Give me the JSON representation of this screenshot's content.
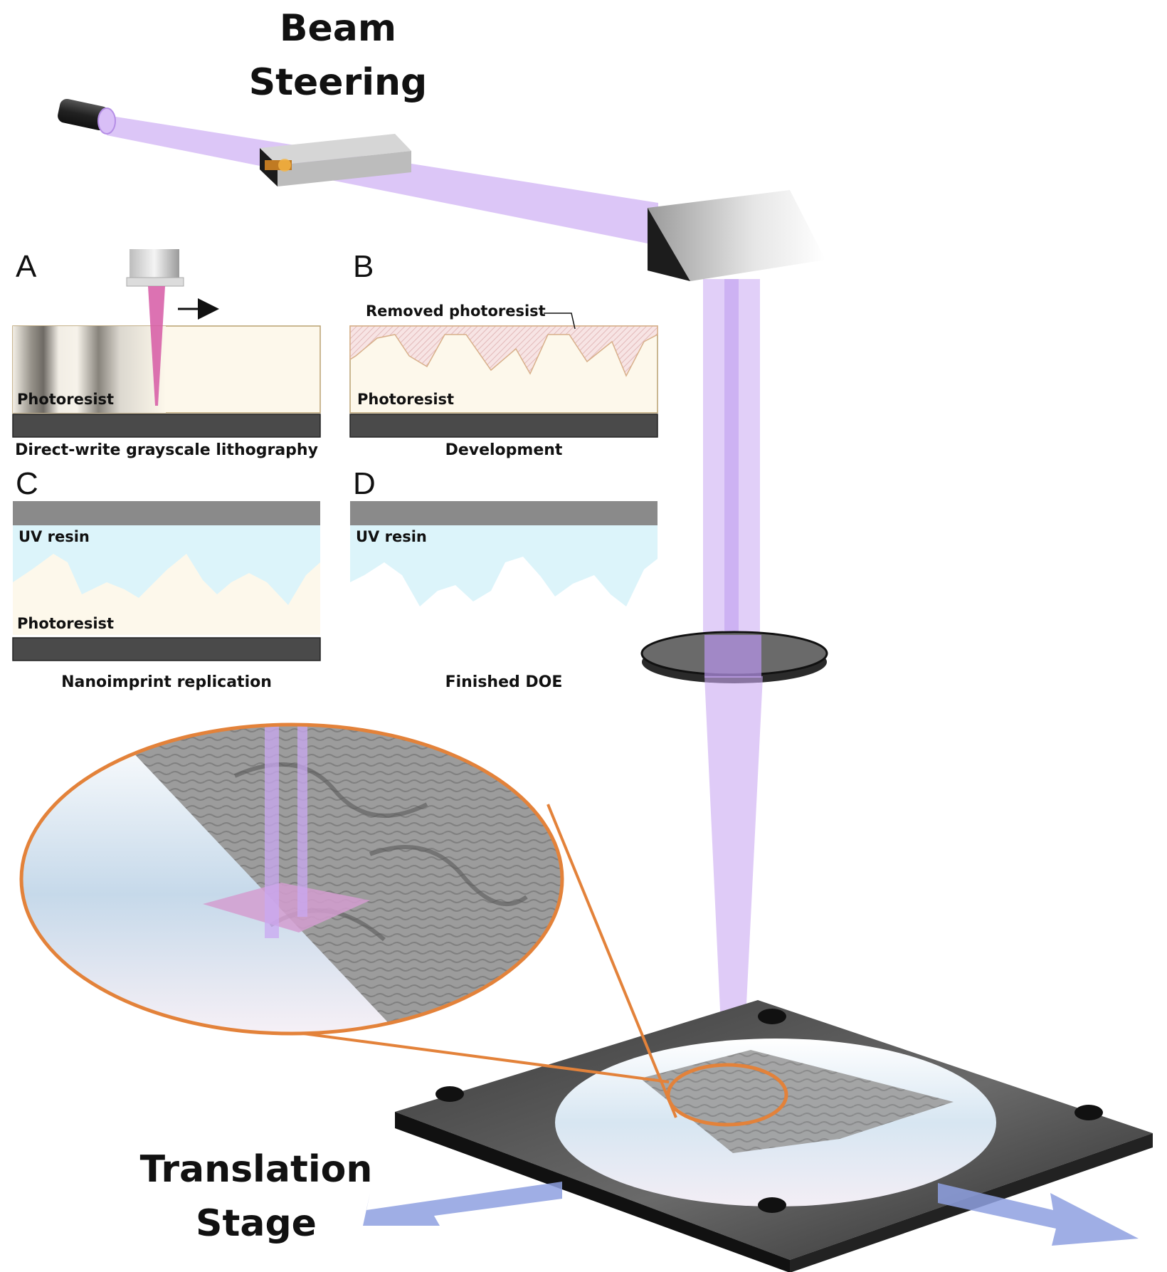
{
  "title_top": [
    "Beam",
    "Steering"
  ],
  "title_bottom": [
    "Translation",
    "Stage"
  ],
  "panels": {
    "A": {
      "letter": "A",
      "caption": "Direct-write grayscale lithography",
      "layer_label": "Photoresist"
    },
    "B": {
      "letter": "B",
      "caption": "Development",
      "layer_label": "Photoresist",
      "callout": "Removed photoresist"
    },
    "C": {
      "letter": "C",
      "caption": "Nanoimprint replication",
      "top_label": "UV resin",
      "layer_label": "Photoresist"
    },
    "D": {
      "letter": "D",
      "caption": "Finished DOE",
      "top_label": "UV resin"
    }
  },
  "colors": {
    "beam": "#c9a8f2",
    "photoresist": "#fdf8eb",
    "uv_resin": "#dcf4fa",
    "substrate": "#4a4a4a",
    "stamp": "#8a8a8a",
    "zoom_outline": "#e3823a",
    "arrow": "#8ea0e0",
    "stage": "#2b2b2b"
  }
}
